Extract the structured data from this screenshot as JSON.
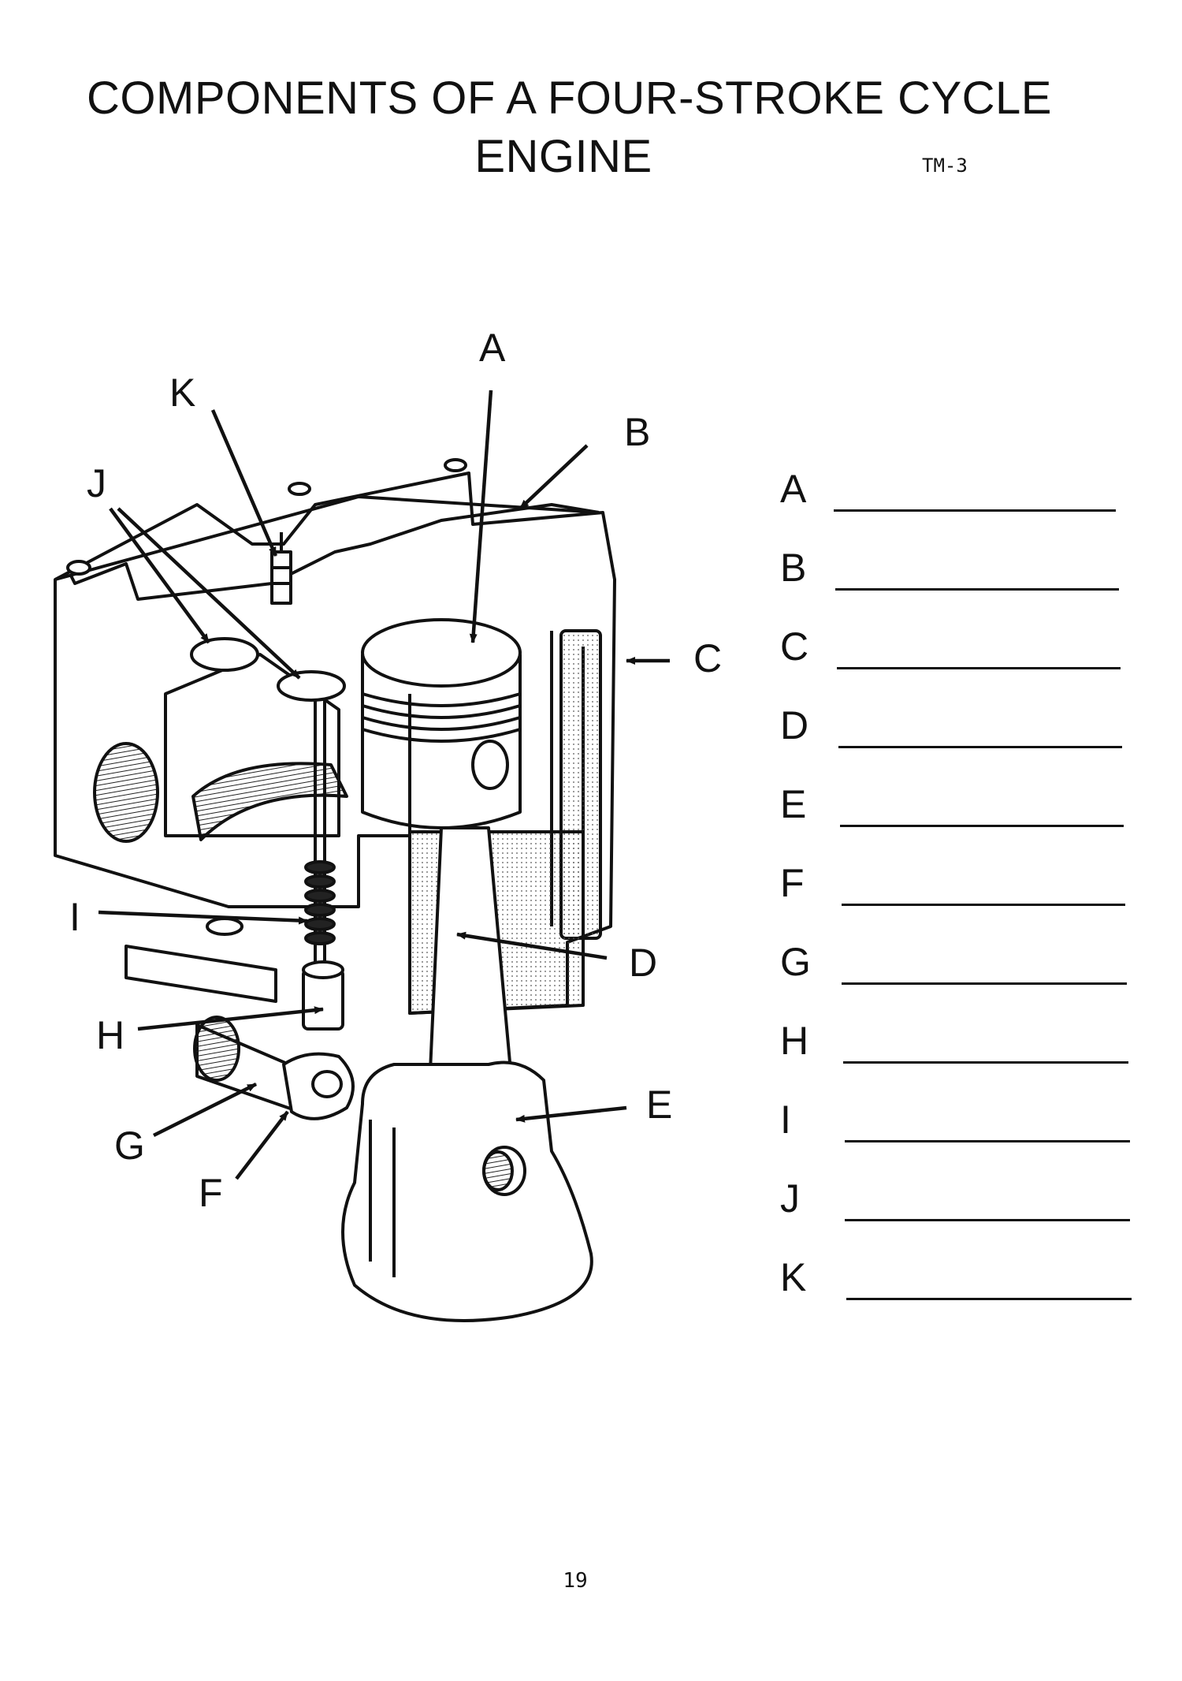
{
  "header": {
    "title_line1": "COMPONENTS OF A FOUR-STROKE CYCLE",
    "title_line2": "ENGINE",
    "code": "TM-3"
  },
  "diagram": {
    "callouts": [
      "A",
      "B",
      "C",
      "D",
      "E",
      "F",
      "G",
      "H",
      "I",
      "J",
      "K"
    ]
  },
  "answer_sheet": {
    "items": [
      {
        "letter": "A",
        "answer": ""
      },
      {
        "letter": "B",
        "answer": ""
      },
      {
        "letter": "C",
        "answer": ""
      },
      {
        "letter": "D",
        "answer": ""
      },
      {
        "letter": "E",
        "answer": ""
      },
      {
        "letter": "F",
        "answer": ""
      },
      {
        "letter": "G",
        "answer": ""
      },
      {
        "letter": "H",
        "answer": ""
      },
      {
        "letter": "I",
        "answer": ""
      },
      {
        "letter": "J",
        "answer": ""
      },
      {
        "letter": "K",
        "answer": ""
      }
    ]
  },
  "footer": {
    "page_number": "19"
  }
}
